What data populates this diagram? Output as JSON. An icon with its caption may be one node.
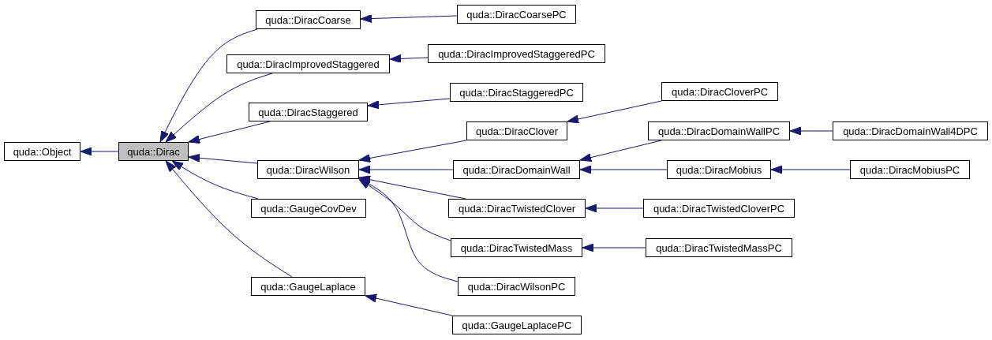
{
  "diagram": {
    "nodes": [
      {
        "text": [
          "quda::Object"
        ]
      },
      {
        "text": [
          "quda::Dirac"
        ]
      },
      {
        "text": [
          "quda::DiracCoarse"
        ]
      },
      {
        "text": [
          "quda::DiracImprovedStaggered"
        ]
      },
      {
        "text": [
          "quda::DiracStaggered"
        ]
      },
      {
        "text": [
          "quda::DiracWilson"
        ]
      },
      {
        "text": [
          "quda::GaugeCovDev"
        ]
      },
      {
        "text": [
          "quda::GaugeLaplace"
        ]
      },
      {
        "text": [
          "quda::DiracCoarsePC"
        ]
      },
      {
        "text": [
          "quda::DiracImprovedStaggeredPC"
        ]
      },
      {
        "text": [
          "quda::DiracStaggeredPC"
        ]
      },
      {
        "text": [
          "quda::DiracClover"
        ]
      },
      {
        "text": [
          "quda::DiracDomainWall"
        ]
      },
      {
        "text": [
          "quda::DiracTwistedClover"
        ]
      },
      {
        "text": [
          "quda::DiracTwistedMass"
        ]
      },
      {
        "text": [
          "quda::DiracWilsonPC"
        ]
      },
      {
        "text": [
          "quda::GaugeLaplacePC"
        ]
      },
      {
        "text": [
          "quda::DiracCloverPC"
        ]
      },
      {
        "text": [
          "quda::DiracDomainWallPC"
        ]
      },
      {
        "text": [
          "quda::DiracMobius"
        ]
      },
      {
        "text": [
          "quda::DiracTwistedCloverPC"
        ]
      },
      {
        "text": [
          "quda::DiracTwistedMassPC"
        ]
      },
      {
        "text": [
          "quda::DiracDomainWall4DPC"
        ]
      },
      {
        "text": [
          "quda::DiracMobiusPC"
        ]
      }
    ],
    "edges": [
      {
        "from": 1,
        "to": 0,
        "arrow": "to"
      },
      {
        "from": 2,
        "to": 1,
        "arrow": "to"
      },
      {
        "from": 3,
        "to": 1,
        "arrow": "to"
      },
      {
        "from": 4,
        "to": 1,
        "arrow": "to"
      },
      {
        "from": 5,
        "to": 1,
        "arrow": "to"
      },
      {
        "from": 6,
        "to": 1,
        "arrow": "to"
      },
      {
        "from": 7,
        "to": 1,
        "arrow": "to"
      },
      {
        "from": 8,
        "to": 2,
        "arrow": "to"
      },
      {
        "from": 9,
        "to": 3,
        "arrow": "to"
      },
      {
        "from": 10,
        "to": 4,
        "arrow": "to"
      },
      {
        "from": 11,
        "to": 5,
        "arrow": "to"
      },
      {
        "from": 12,
        "to": 5,
        "arrow": "to"
      },
      {
        "from": 13,
        "to": 5,
        "arrow": "to"
      },
      {
        "from": 14,
        "to": 5,
        "arrow": "to"
      },
      {
        "from": 15,
        "to": 5,
        "arrow": "to"
      },
      {
        "from": 16,
        "to": 7,
        "arrow": "to"
      },
      {
        "from": 17,
        "to": 11,
        "arrow": "to"
      },
      {
        "from": 18,
        "to": 12,
        "arrow": "to"
      },
      {
        "from": 19,
        "to": 12,
        "arrow": "to"
      },
      {
        "from": 20,
        "to": 13,
        "arrow": "to"
      },
      {
        "from": 21,
        "to": 14,
        "arrow": "to"
      },
      {
        "from": 22,
        "to": 18,
        "arrow": "to"
      },
      {
        "from": 23,
        "to": 19,
        "arrow": "to"
      }
    ]
  }
}
